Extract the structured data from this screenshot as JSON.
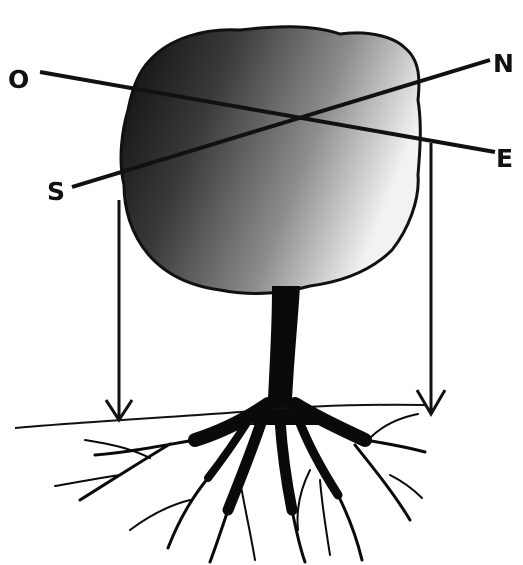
{
  "labels": {
    "north": "N",
    "west": "O",
    "east": "E",
    "south": "S"
  },
  "colors": {
    "ink": "#111111",
    "crown_dark": "#0a0a0a",
    "crown_mid": "#5a5a5a",
    "crown_light": "#f2f2f2",
    "background": "#ffffff"
  },
  "icons": {
    "crown": "tree-crown",
    "trunk": "tree-trunk",
    "roots": "tree-roots",
    "arrows": "down-arrow"
  }
}
